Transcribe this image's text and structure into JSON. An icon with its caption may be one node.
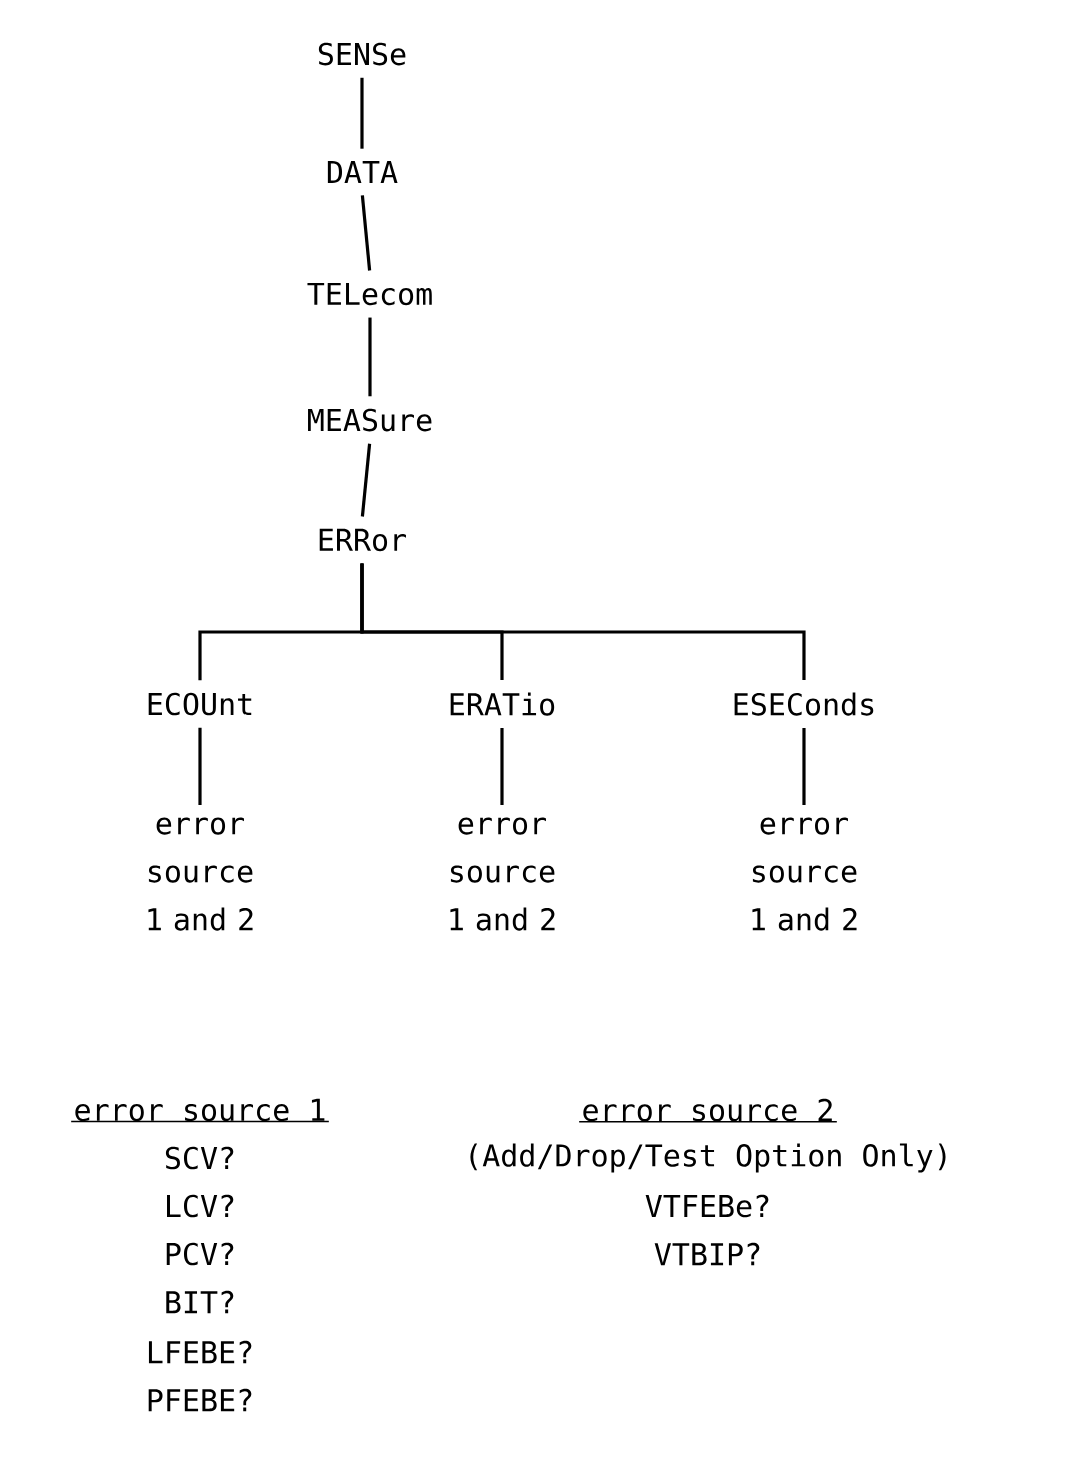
{
  "diagram": {
    "nodes": [
      {
        "text": [
          "SENSe"
        ]
      },
      {
        "text": [
          "DATA"
        ]
      },
      {
        "text": [
          "TELecom"
        ]
      },
      {
        "text": [
          "MEASure"
        ]
      },
      {
        "text": [
          "ERRor"
        ]
      },
      {
        "text": [
          "ECOUnt"
        ]
      },
      {
        "text": [
          "ERATio"
        ]
      },
      {
        "text": [
          "ESEConds"
        ]
      },
      {
        "text": [
          "error source 1 and 2"
        ]
      },
      {
        "text": [
          "error source 1 and 2"
        ]
      },
      {
        "text": [
          "error source 1 and 2"
        ]
      }
    ],
    "edges": [
      {
        "from": 0,
        "to": 1,
        "arrow": "none"
      },
      {
        "from": 1,
        "to": 2,
        "arrow": "none"
      },
      {
        "from": 2,
        "to": 3,
        "arrow": "none"
      },
      {
        "from": 3,
        "to": 4,
        "arrow": "none"
      },
      {
        "from": 4,
        "to": 5,
        "arrow": "none"
      },
      {
        "from": 4,
        "to": 6,
        "arrow": "none"
      },
      {
        "from": 4,
        "to": 7,
        "arrow": "none"
      },
      {
        "from": 5,
        "to": 8,
        "arrow": "none"
      },
      {
        "from": 6,
        "to": 9,
        "arrow": "none"
      },
      {
        "from": 7,
        "to": 10,
        "arrow": "none"
      }
    ],
    "labels": [
      "error source 1",
      "error source 2",
      "SCV?",
      "(Add/Drop/Test Option Only)",
      "LCV?",
      "VTFEBe?",
      "PCV?",
      "VTBIP?",
      "BIT?",
      "LFEBE?",
      "PFEBE?"
    ]
  }
}
